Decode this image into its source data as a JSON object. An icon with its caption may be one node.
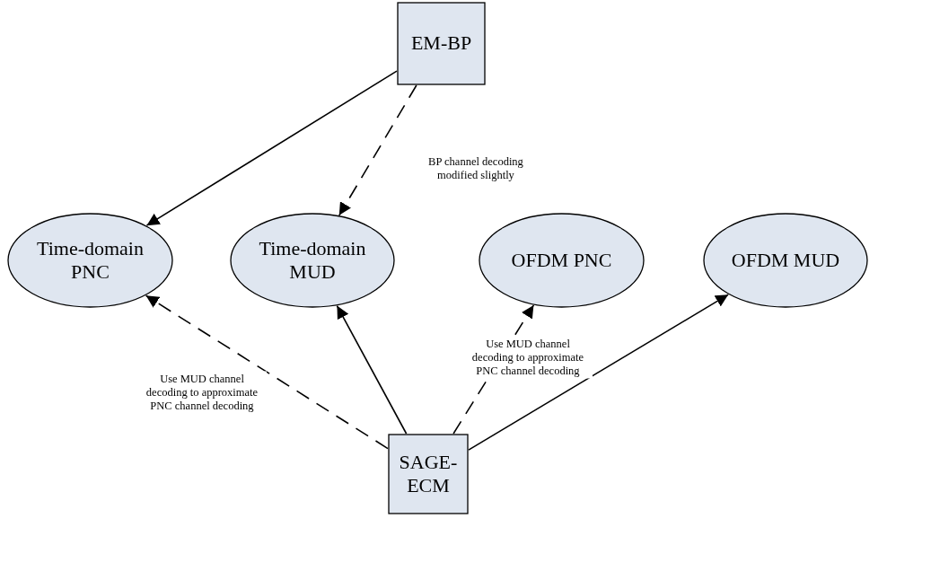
{
  "diagram": {
    "nodes": [
      {
        "text": [
          "EM-BP"
        ]
      },
      {
        "text": [
          "Time-domain PNC"
        ]
      },
      {
        "text": [
          "Time-domain MUD"
        ]
      },
      {
        "text": [
          "OFDM PNC"
        ]
      },
      {
        "text": [
          "OFDM MUD"
        ]
      },
      {
        "text": [
          "SAGE-ECM"
        ]
      }
    ],
    "edges": [
      {
        "from": 0,
        "to": 1,
        "arrow": "to"
      },
      {
        "from": 0,
        "to": 2,
        "arrow": "to",
        "style": "dashed",
        "label": "BP channel decoding modified slightly"
      },
      {
        "from": 5,
        "to": 1,
        "arrow": "to",
        "style": "dashed",
        "label": "Use MUD channel decoding to approximate PNC channel decoding"
      },
      {
        "from": 5,
        "to": 2,
        "arrow": "to"
      },
      {
        "from": 5,
        "to": 3,
        "arrow": "to",
        "style": "dashed",
        "label": "Use MUD channel decoding to approximate PNC channel decoding"
      },
      {
        "from": 5,
        "to": 4,
        "arrow": "to"
      }
    ]
  }
}
